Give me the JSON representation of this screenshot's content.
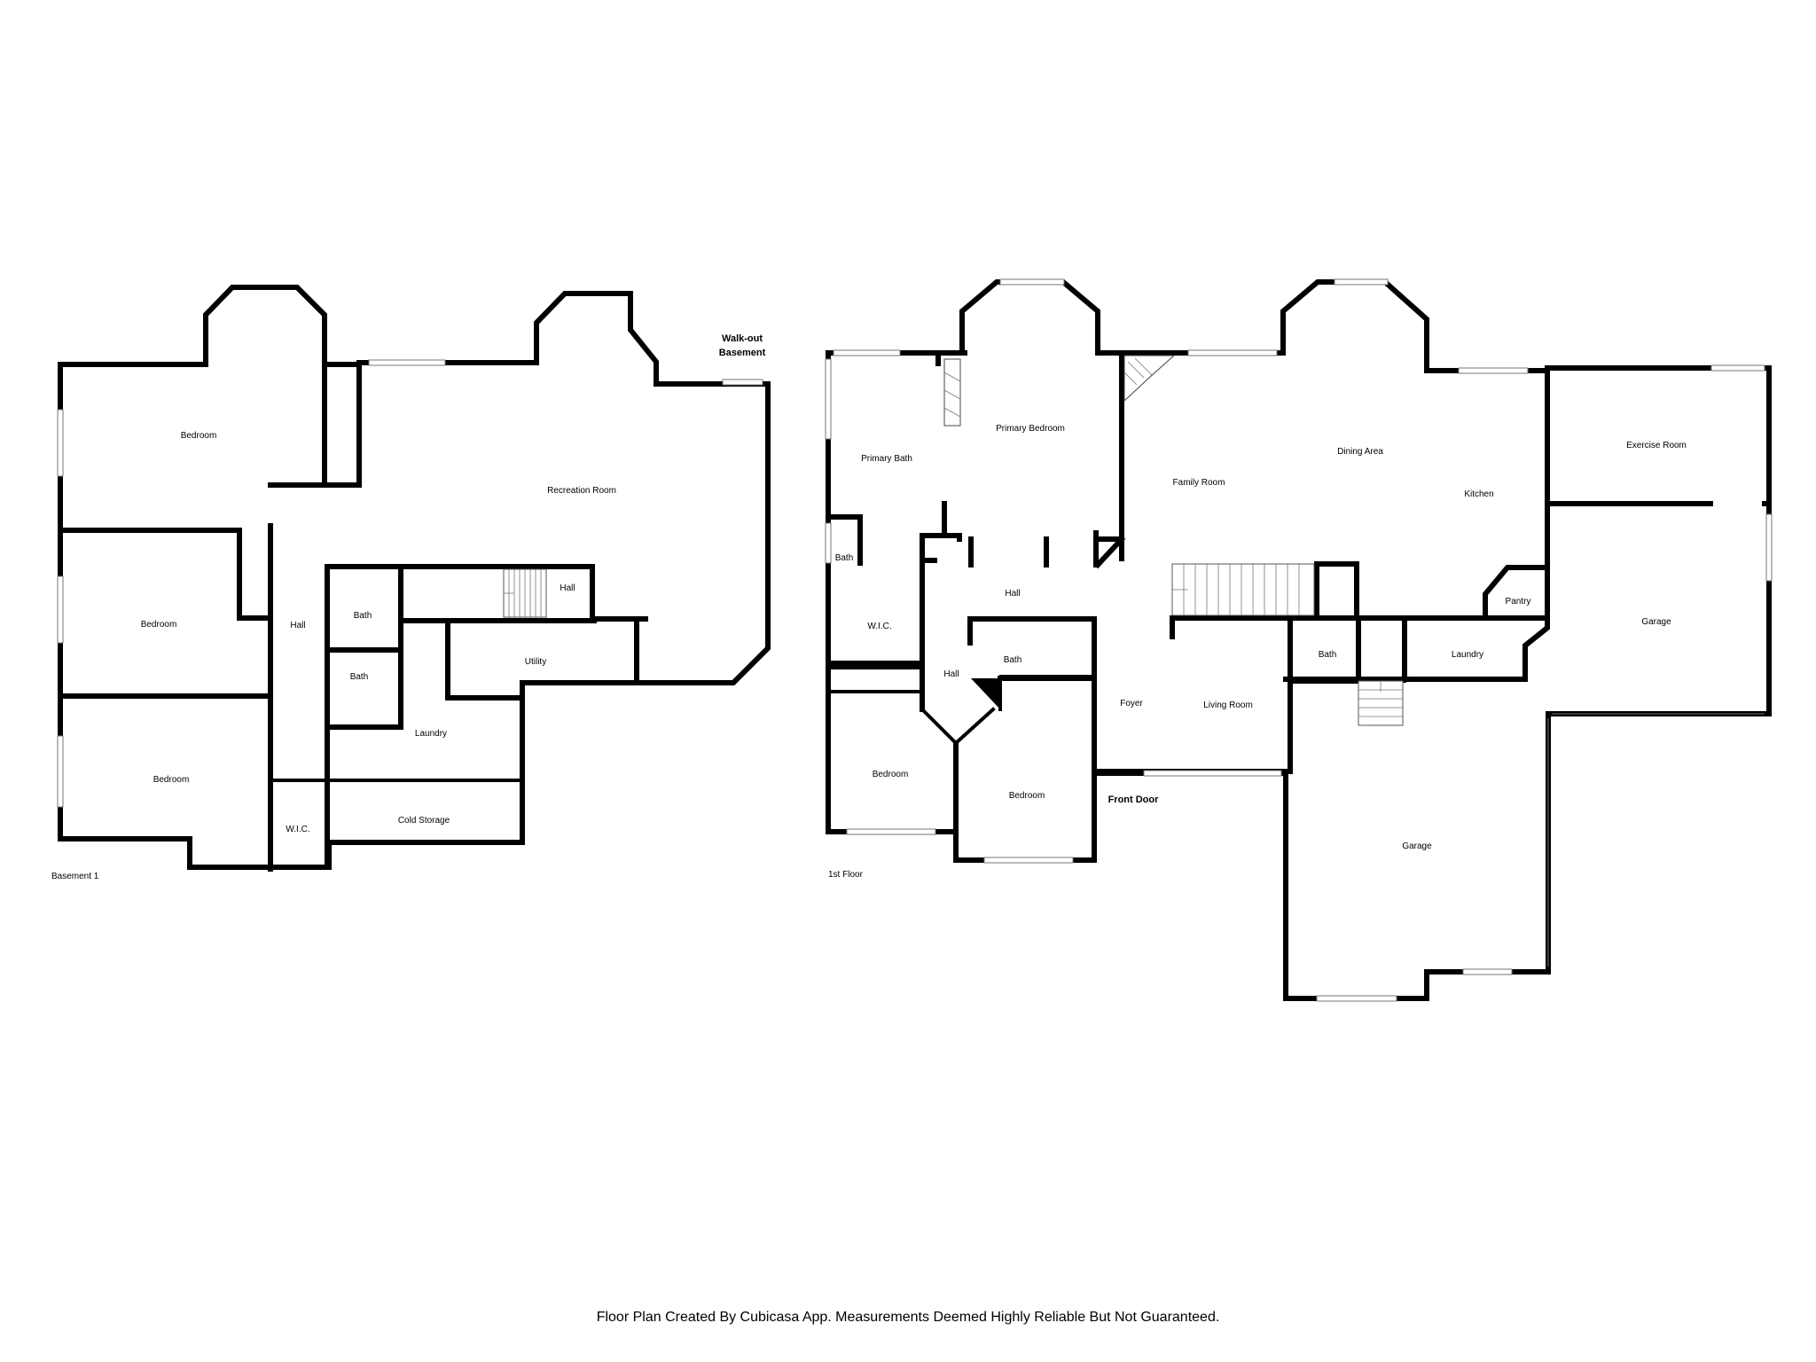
{
  "basement": {
    "floor_label": "Basement 1",
    "walkout_note_line1": "Walk-out",
    "walkout_note_line2": "Basement",
    "rooms": {
      "bedroom_top": "Bedroom",
      "bedroom_middle": "Bedroom",
      "bedroom_bottom": "Bedroom",
      "recreation_room": "Recreation Room",
      "hall_left": "Hall",
      "hall_stairs": "Hall",
      "bath_upper": "Bath",
      "bath_lower": "Bath",
      "utility": "Utility",
      "laundry": "Laundry",
      "wic": "W.I.C.",
      "cold_storage": "Cold Storage"
    }
  },
  "first_floor": {
    "floor_label": "1st Floor",
    "front_door_note": "Front Door",
    "rooms": {
      "primary_bath": "Primary Bath",
      "primary_bedroom": "Primary Bedroom",
      "family_room": "Family Room",
      "dining_area": "Dining Area",
      "kitchen": "Kitchen",
      "exercise_room": "Exercise Room",
      "bath_small": "Bath",
      "wic": "W.I.C.",
      "hall_upper": "Hall",
      "hall_lower": "Hall",
      "bath_center": "Bath",
      "bath_garage": "Bath",
      "laundry": "Laundry",
      "pantry": "Pantry",
      "garage_right": "Garage",
      "bedroom_left": "Bedroom",
      "bedroom_center": "Bedroom",
      "foyer": "Foyer",
      "living_room": "Living Room",
      "garage_main": "Garage"
    }
  },
  "footer": {
    "text": "Floor Plan Created By Cubicasa App. Measurements Deemed Highly Reliable But Not Guaranteed."
  }
}
